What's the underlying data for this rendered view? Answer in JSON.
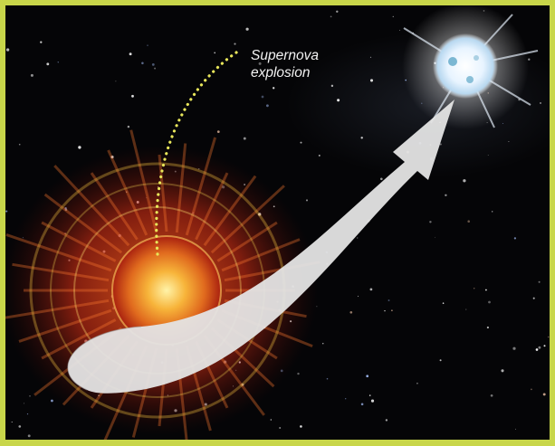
{
  "annotation": {
    "line1": "Supernova",
    "line2": "explosion"
  },
  "colors": {
    "frame": "#c8d64a",
    "background": "#050507",
    "dotted_path": "#e8e65a",
    "arrow": "#e6e6e6",
    "red_giant": "#d9481a",
    "white_star": "#f4f8ff"
  },
  "objects": [
    "red-giant-star",
    "white-star",
    "supernova-dotted-path",
    "trajectory-arrow"
  ]
}
